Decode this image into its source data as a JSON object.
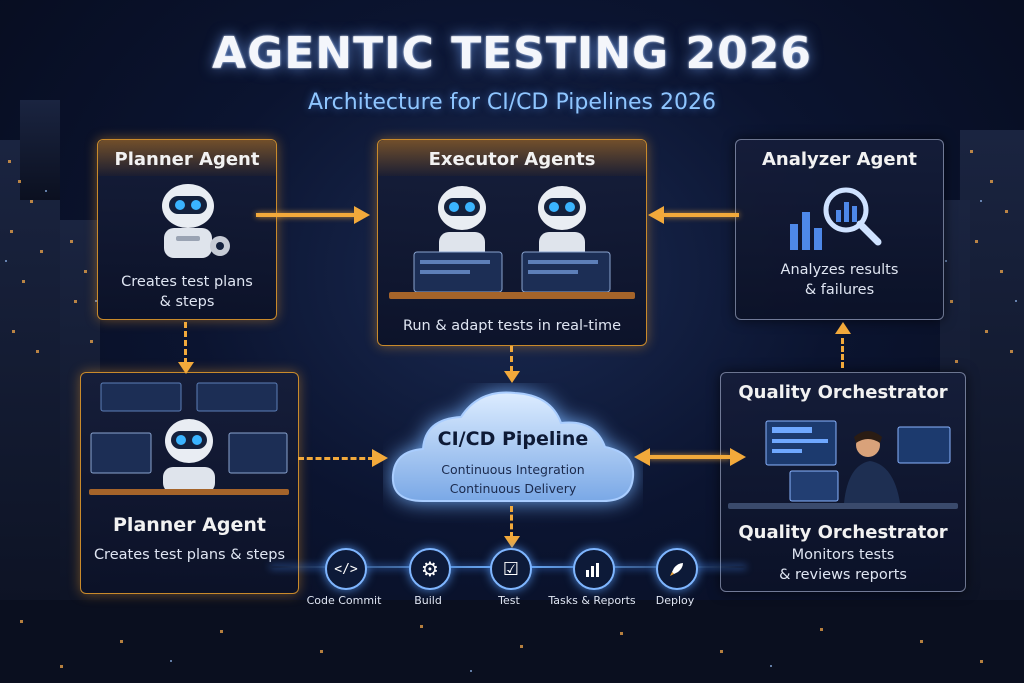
{
  "header": {
    "title": "AGENTIC TESTING 2026",
    "subtitle": "Architecture for CI/CD Pipelines 2026"
  },
  "planner_top": {
    "title": "Planner Agent",
    "desc_line1": "Creates test plans",
    "desc_line2": "& steps"
  },
  "executor": {
    "title": "Executor Agents",
    "desc": "Run & adapt tests in real-time"
  },
  "analyzer": {
    "title": "Analyzer Agent",
    "desc_line1": "Analyzes results",
    "desc_line2": "& failures"
  },
  "planner_bottom": {
    "title": "Planner Agent",
    "desc": "Creates test plans & steps"
  },
  "pipeline": {
    "title": "CI/CD Pipeline",
    "line1": "Continuous Integration",
    "line2": "Continuous Delivery"
  },
  "orchestrator": {
    "header": "Quality Orchestrator",
    "title": "Quality Orchestrator",
    "desc_line1": "Monitors tests",
    "desc_line2": "& reviews reports"
  },
  "stages": [
    {
      "label": "Code Commit",
      "icon": "code-icon"
    },
    {
      "label": "Build",
      "icon": "gear-icon"
    },
    {
      "label": "Test",
      "icon": "checkbox-icon"
    },
    {
      "label": "Tasks & Reports",
      "icon": "bar-chart-icon"
    },
    {
      "label": "Deploy",
      "icon": "rocket-icon"
    }
  ],
  "colors": {
    "accent": "#f2a93b",
    "glow": "#7fb6ff",
    "background": "#0b1430"
  }
}
